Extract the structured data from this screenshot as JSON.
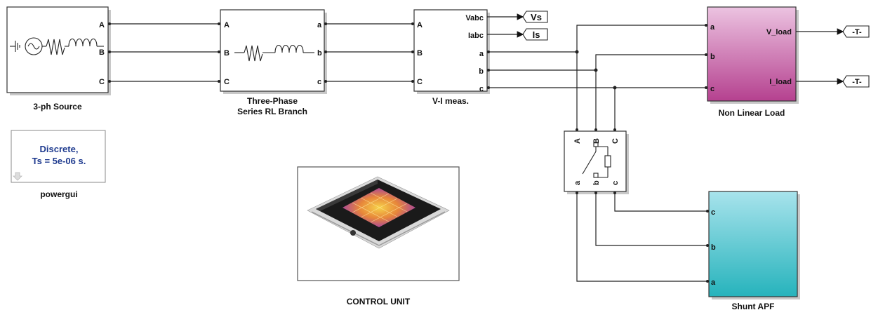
{
  "blocks": {
    "source": {
      "caption": "3-ph Source",
      "ports": [
        "A",
        "B",
        "C"
      ]
    },
    "rl_branch": {
      "caption_line1": "Three-Phase",
      "caption_line2": "Series RL Branch",
      "in_ports": [
        "A",
        "B",
        "C"
      ],
      "out_ports": [
        "a",
        "b",
        "c"
      ]
    },
    "vi_meas": {
      "caption": "V-I meas.",
      "in_ports": [
        "A",
        "B",
        "C"
      ],
      "out_ports": [
        "Vabc",
        "Iabc",
        "a",
        "b",
        "c"
      ]
    },
    "goto_vs": {
      "label": "Vs"
    },
    "goto_is": {
      "label": "Is"
    },
    "load": {
      "caption": "Non Linear Load",
      "in_ports": [
        "a",
        "b",
        "c"
      ],
      "out_ports": [
        "V_load",
        "I_load"
      ],
      "color": "#c653a6"
    },
    "goto_t1": {
      "label": "-T-"
    },
    "goto_t2": {
      "label": "-T-"
    },
    "breaker": {
      "top_ports": [
        "A",
        "B",
        "C"
      ],
      "bottom_ports": [
        "a",
        "b",
        "c"
      ]
    },
    "apf": {
      "caption": "Shunt APF",
      "ports": [
        "c",
        "b",
        "a"
      ],
      "color": "#32bfca"
    },
    "powergui": {
      "line1": "Discrete,",
      "line2": "Ts = 5e-06 s.",
      "caption": "powergui"
    },
    "control": {
      "caption": "CONTROL UNIT"
    }
  }
}
